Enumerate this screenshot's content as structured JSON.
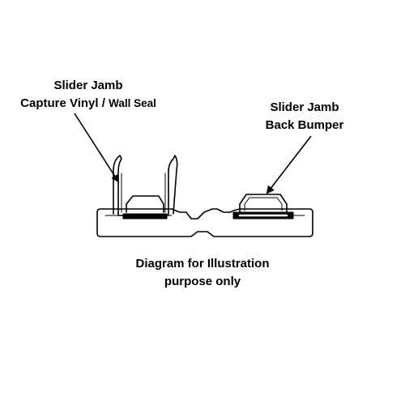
{
  "labels": {
    "left_line1": "Slider Jamb",
    "left_line2_main": "Capture Vinyl /",
    "left_line2_small": "Wall Seal",
    "right_line1": "Slider Jamb",
    "right_line2": "Back Bumper"
  },
  "caption": {
    "line1": "Diagram for Illustration",
    "line2": "purpose only"
  },
  "colors": {
    "stroke": "#000000",
    "background": "#ffffff"
  }
}
